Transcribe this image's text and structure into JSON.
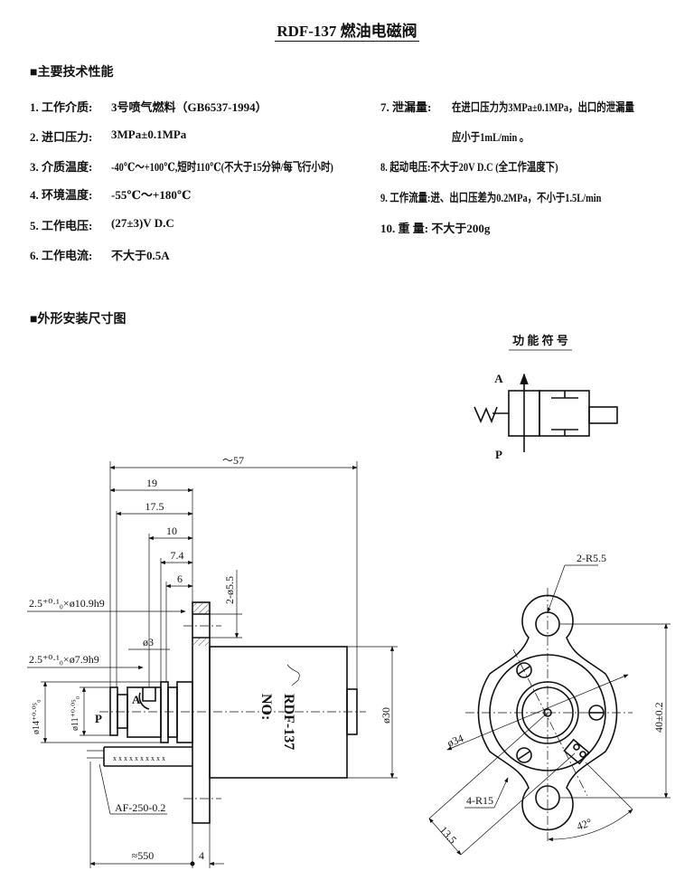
{
  "title": "RDF-137 燃油电磁阀",
  "section_specs": "■主要技术性能",
  "specs_left": [
    {
      "num": "1.",
      "label": "工作介质:",
      "value": "3号喷气燃料（GB6537-1994）"
    },
    {
      "num": "2.",
      "label": "进口压力:",
      "value": "3MPa±0.1MPa"
    },
    {
      "num": "3.",
      "label": "介质温度:",
      "value": "-40℃～+100℃,短时110℃(不大于15分钟/每飞行小时)"
    },
    {
      "num": "4.",
      "label": "环境温度:",
      "value": "-55℃～+180℃"
    },
    {
      "num": "5.",
      "label": "工作电压:",
      "value": "(27±3)V  D.C"
    },
    {
      "num": "6.",
      "label": "工作电流:",
      "value": "不大于0.5A"
    }
  ],
  "specs_right": [
    {
      "num": "7.",
      "label": "泄漏量:",
      "value": "在进口压力为3MPa±0.1MPa，出口的泄漏量",
      "value2": "应小于1mL/min 。"
    },
    {
      "num": "8.",
      "label": "起动电压:",
      "value": "不大于20V  D.C (全工作温度下)"
    },
    {
      "num": "9.",
      "label": "工作流量:",
      "value": "进、出口压差为0.2MPa，不小于1.5L/min"
    },
    {
      "num": "10.",
      "label": "重   量:",
      "value": "不大于200g"
    }
  ],
  "section_drawing": "■外形安装尺寸图",
  "symbol": {
    "title": "功 能 符 号",
    "port_a": "A",
    "port_p": "P"
  },
  "side_view": {
    "dim_total": "～57",
    "dim_19": "19",
    "dim_17_5": "17.5",
    "dim_10": "10",
    "dim_7_4": "7.4",
    "dim_6": "6",
    "dim_holes": "2-ø5.5",
    "groove1": "2.5⁺⁰·¹₀×ø10.9h9",
    "groove2": "2.5⁺⁰·¹₀×ø7.9h9",
    "dim_d3": "ø3",
    "dim_d14": "ø14⁺⁰·⁰⁵₀",
    "dim_d11": "ø11⁺⁰·⁰⁵₀",
    "port_a": "A",
    "port_p": "P",
    "model": "RDF-137",
    "no": "NO:",
    "dim_d30": "ø30",
    "wire": "AF-250-0.2",
    "dim_550": "≈550",
    "dim_4": "4"
  },
  "front_view": {
    "dim_r5_5": "2-R5.5",
    "dim_40": "40±0.2",
    "dim_d34": "ø34",
    "dim_r15": "4-R15",
    "dim_13_5": "13.5",
    "dim_42": "42°"
  }
}
